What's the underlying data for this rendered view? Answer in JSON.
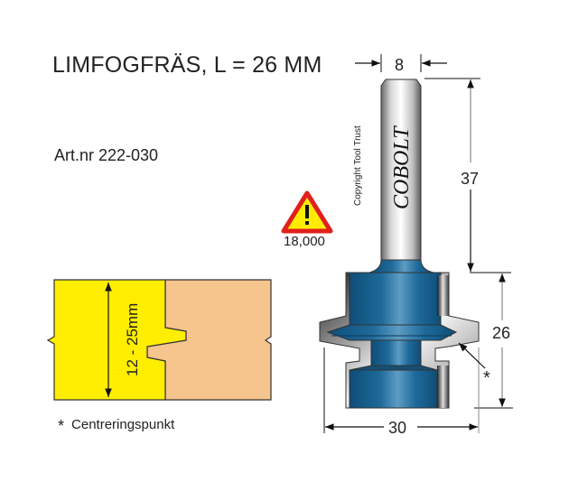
{
  "header": {
    "title": "LIMFOGFRÄS, L = 26 MM",
    "article_number": "Art.nr 222-030"
  },
  "warning": {
    "icon": "warning-triangle-icon",
    "max_rpm": "18,000",
    "colors": {
      "border": "#e0201c",
      "fill": "#ffec00"
    }
  },
  "tool": {
    "brand": "COBOLT",
    "copyright": "Copyright Tool Trust",
    "body_color": "#1e6a9a"
  },
  "dimensions": {
    "shank_diameter": "8",
    "shank_length": "37",
    "cutting_length": "26",
    "cutter_diameter": "30",
    "centering_marker": "*"
  },
  "joint": {
    "thickness_label": "12 - 25mm",
    "colors": {
      "left_board": "#ffee00",
      "right_board": "#f6c48d"
    }
  },
  "legend": {
    "symbol": "*",
    "text": "Centreringspunkt"
  }
}
